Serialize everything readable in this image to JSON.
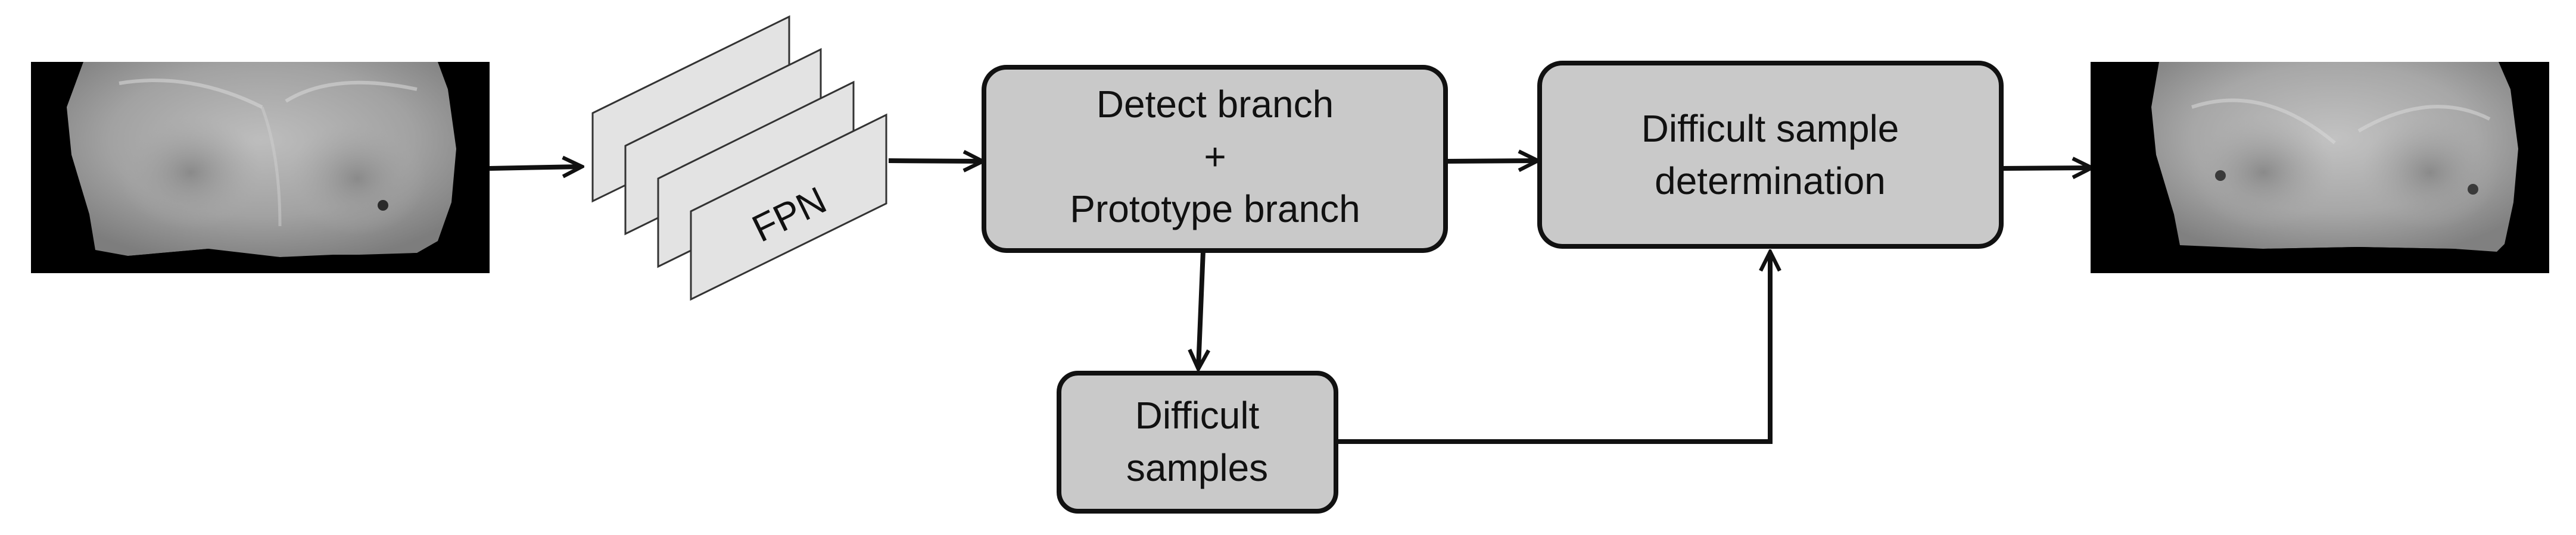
{
  "diagram": {
    "input_image": {
      "icon": "thermal-breast-image",
      "description_visible": false
    },
    "fpn": {
      "label": "FPN"
    },
    "detect_box": {
      "line1": "Detect branch",
      "line2": "+",
      "line3": "Prototype branch"
    },
    "determination_box": {
      "line1": "Difficult sample",
      "line2": "determination"
    },
    "difficult_box": {
      "line1": "Difficult",
      "line2": "samples"
    },
    "output_image": {
      "icon": "thermal-breast-image"
    }
  },
  "colors": {
    "box_fill": "#c9c9c9",
    "box_stroke": "#111111",
    "fpn_fill": "#e3e3e3",
    "arrow": "#111111",
    "image_bg": "#000000"
  }
}
